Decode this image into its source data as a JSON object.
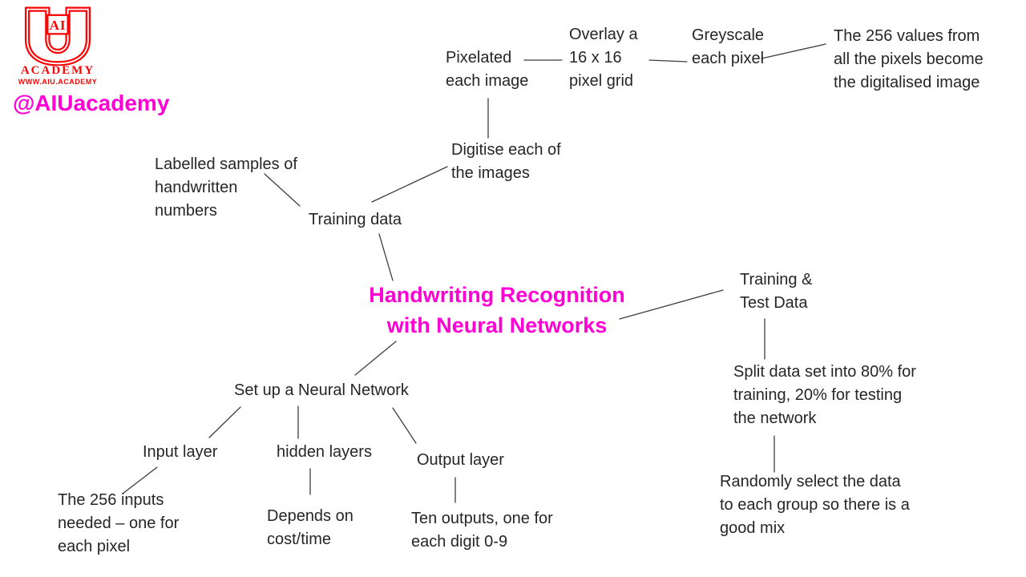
{
  "colors": {
    "background": "#ffffff",
    "ink": "#262626",
    "line": "#3d3d3d",
    "magenta": "#ff00d4",
    "logo_red": "#fa0505"
  },
  "brand": {
    "logo_monogram": "AI",
    "logo_academy": "ACADEMY",
    "logo_site": "WWW.AIU.ACADEMY",
    "handle": "@AIUacademy"
  },
  "mindmap": {
    "title": "Handwriting Recognition\nwith Neural Networks",
    "nodes": {
      "labelled_samples": "Labelled samples of\nhandwritten\nnumbers",
      "training_data": "Training data",
      "digitise_images": "Digitise each of\nthe images",
      "pixelated_each_image": "Pixelated\neach image",
      "overlay_grid": "Overlay a\n16 x 16\npixel grid",
      "greyscale_pixel": "Greyscale\neach pixel",
      "values_256": "The 256 values from\nall the pixels become\nthe digitalised image",
      "training_test_data": "Training &\nTest Data",
      "split_data": "Split data set into 80% for\ntraining, 20% for testing\nthe network",
      "random_select": "Randomly select the data\nto each group so there is a\ngood mix",
      "setup_network": "Set up a Neural Network",
      "input_layer": "Input layer",
      "hidden_layers": "hidden layers",
      "output_layer": "Output layer",
      "inputs_256": "The 256 inputs\nneeded – one for\neach pixel",
      "depends_cost": "Depends on\ncost/time",
      "ten_outputs": "Ten outputs, one for\neach digit 0-9"
    }
  }
}
